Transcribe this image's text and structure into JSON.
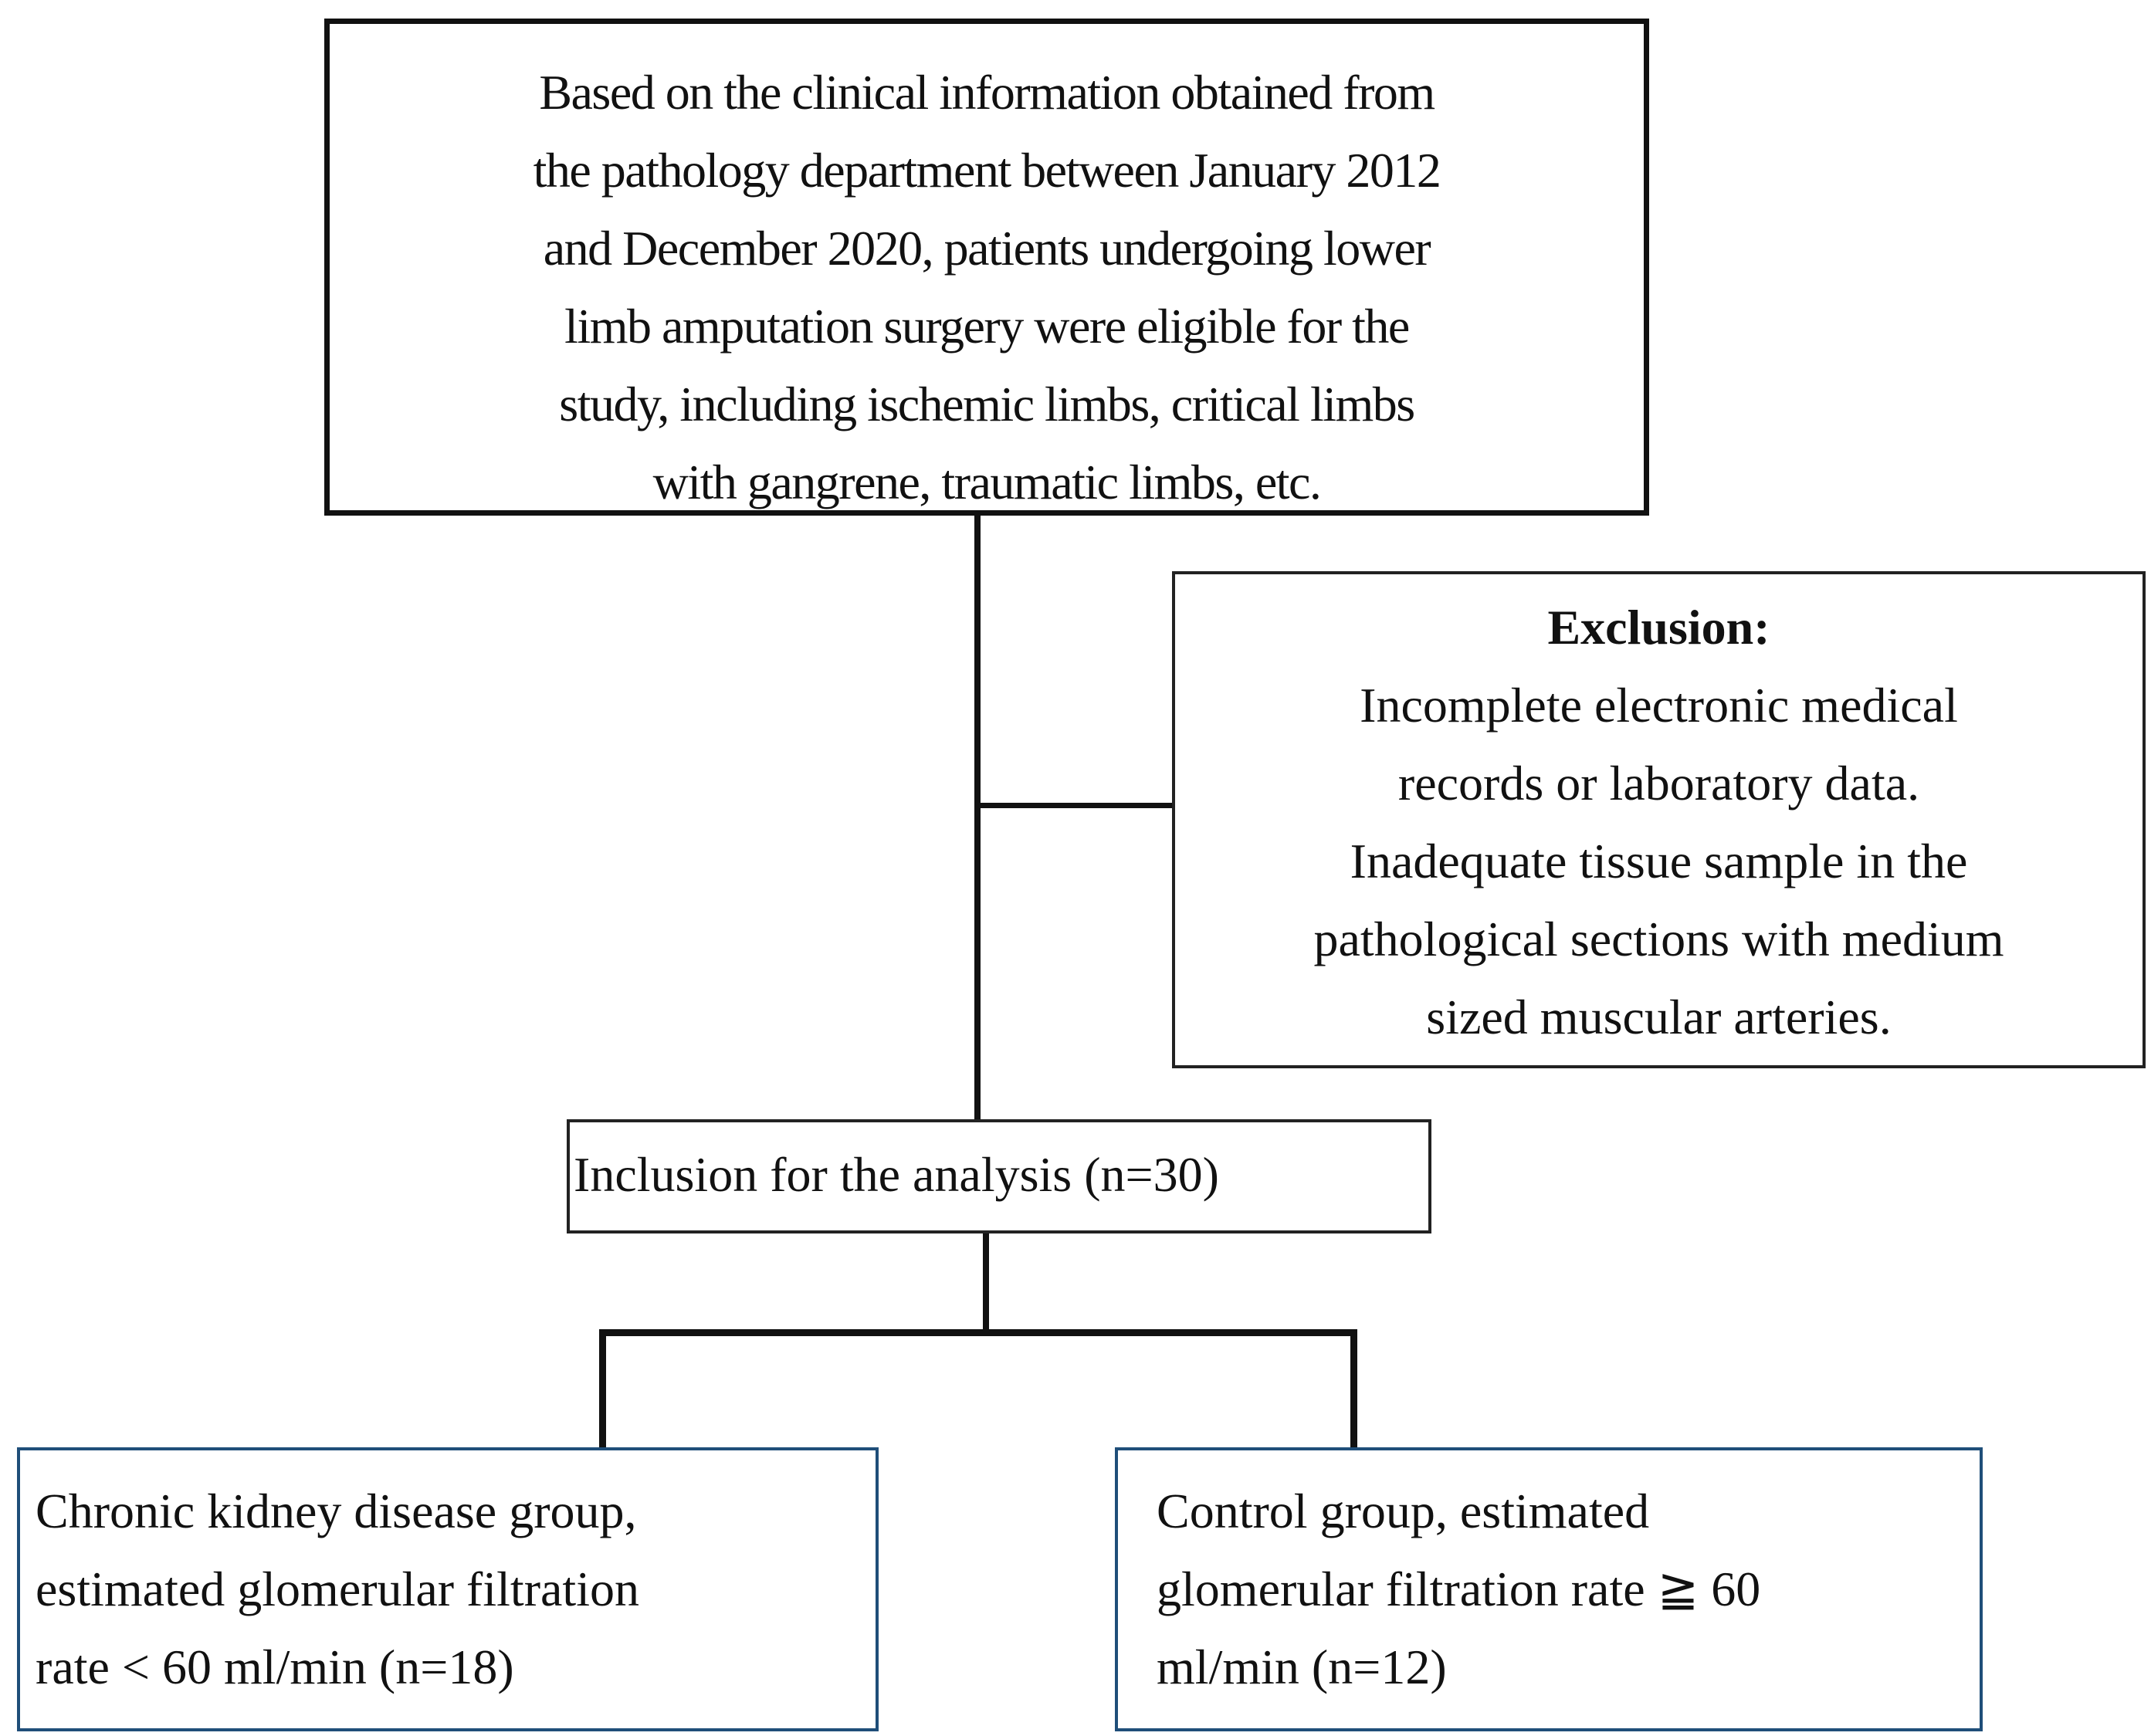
{
  "top_box": {
    "lines": [
      "Based on the clinical  information  obtained from",
      "the pathology department between January 2012",
      "and December  2020,  patients undergoing lower",
      "limb  amputation surgery were  eligible  for the",
      "study, including ischemic  limbs,  critical  limbs",
      "with gangrene, traumatic limbs,  etc."
    ]
  },
  "exclusion_box": {
    "heading": "Exclusion:",
    "lines": [
      "Incomplete electronic medical",
      "records or laboratory data.",
      "Inadequate tissue sample in the",
      "pathological sections with medium",
      "sized muscular arteries."
    ]
  },
  "inclusion_box": {
    "text": "Inclusion for the analysis (n=30)"
  },
  "ckd_box": {
    "lines": [
      "Chronic kidney  disease group,",
      "estimated glomerular  filtration",
      "rate < 60  ml/min  (n=18)"
    ]
  },
  "control_box": {
    "lines": [
      "Control group, estimated",
      "glomerular  filtration rate ≧ 60",
      "ml/min  (n=12)"
    ]
  }
}
